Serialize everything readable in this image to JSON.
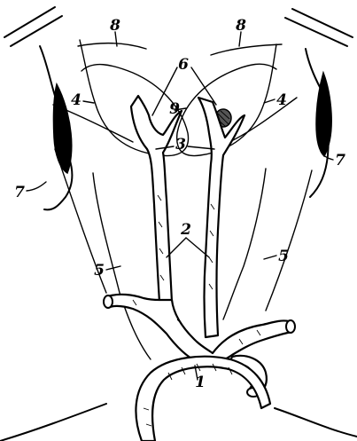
{
  "labels": {
    "l1": "1",
    "l2": "2",
    "l3_center": "3",
    "l4_left": "4",
    "l4_right": "4",
    "l5_left": "5",
    "l5_right": "5",
    "l6": "6",
    "l7_left": "7",
    "l7_right": "7",
    "l8_left": "8",
    "l8_right": "8",
    "l9": "9"
  }
}
